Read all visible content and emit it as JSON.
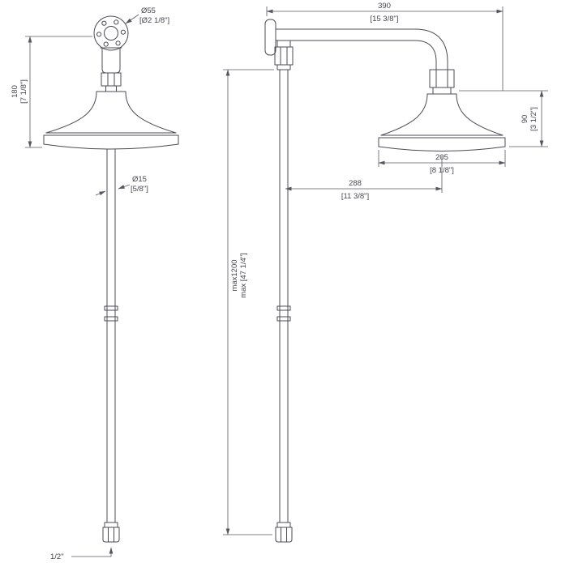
{
  "front_view": {
    "flange_dia": {
      "metric": "Ø55",
      "imperial": "[Ø2 1/8\"]"
    },
    "assembly_height": {
      "metric": "180",
      "imperial": "[7 1/8\"]"
    },
    "pipe_dia": {
      "metric": "Ø15",
      "imperial": "[5/8\"]"
    },
    "connection": {
      "label": "1/2\""
    }
  },
  "side_view": {
    "arm_projection": {
      "metric": "390",
      "imperial": "[15 3/8\"]"
    },
    "head_height": {
      "metric": "90",
      "imperial": "[3 1/2\"]"
    },
    "head_dia": {
      "metric": "205",
      "imperial": "[8 1/8\"]"
    },
    "reach": {
      "metric": "288",
      "imperial": "[11 3/8\"]"
    },
    "riser_length": {
      "metric": "max1200",
      "imperial": "max [47 1/4\"]"
    }
  },
  "colors": {
    "line": "#4b4b54",
    "text": "#46464f",
    "background": "#ffffff"
  }
}
